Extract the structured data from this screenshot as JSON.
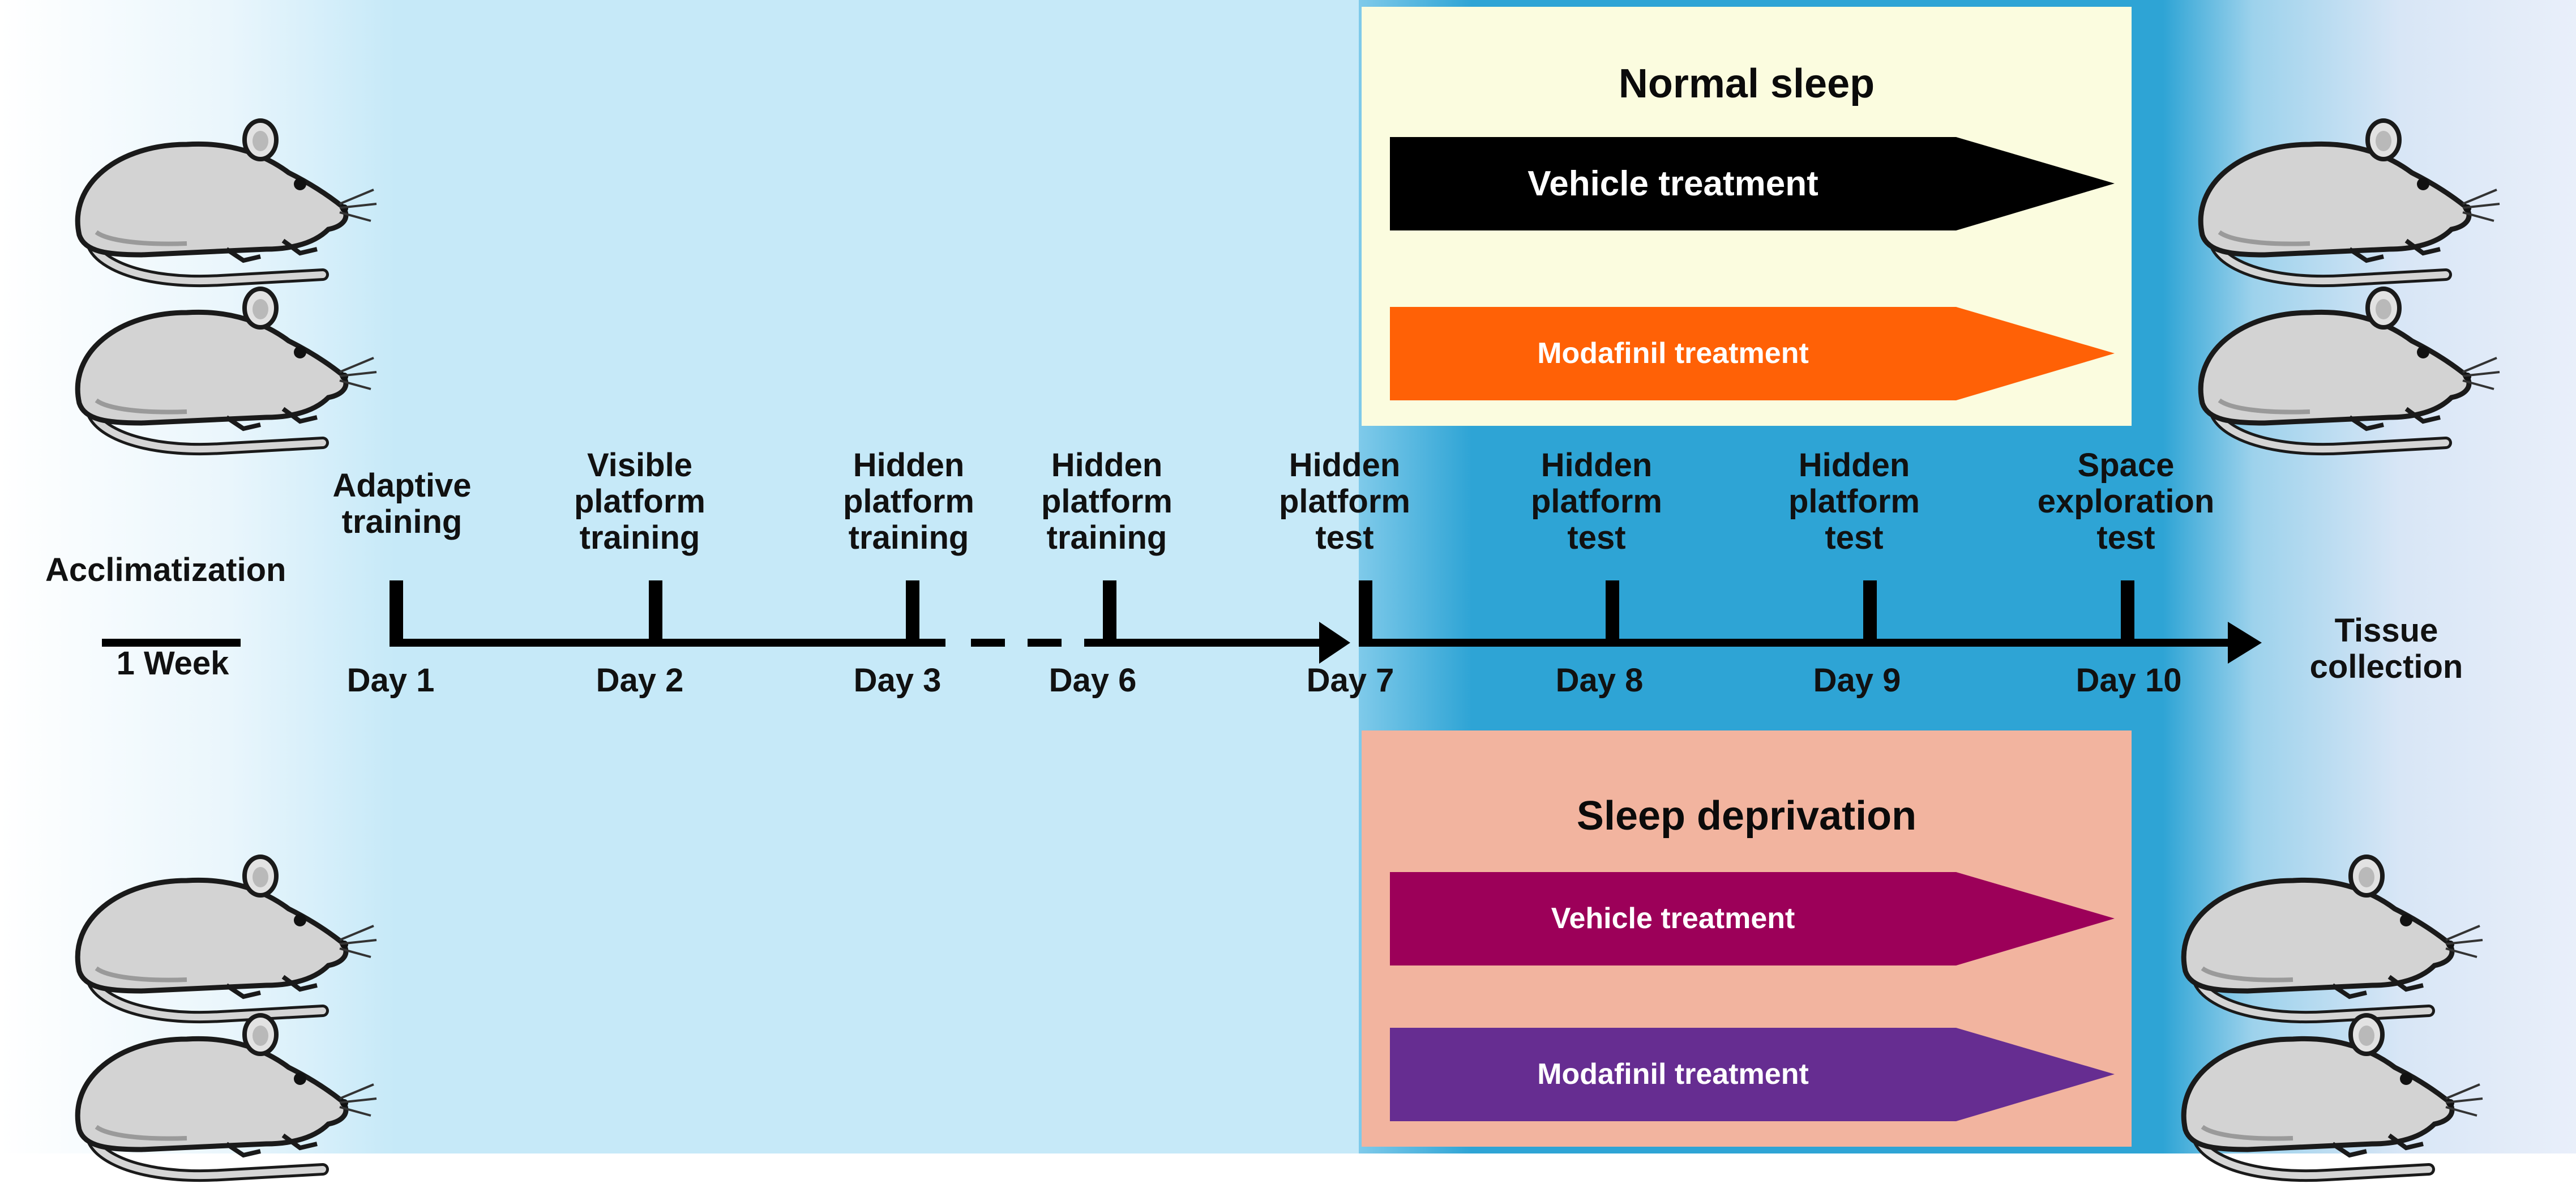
{
  "top_panel": {
    "title": "Normal sleep",
    "arrows": [
      {
        "label": "Vehicle   treatment",
        "color": "#000000"
      },
      {
        "label": "Modafinil  treatment",
        "color": "#ff6106"
      }
    ]
  },
  "bottom_panel": {
    "title": "Sleep deprivation",
    "arrows": [
      {
        "label": "Vehicle   treatment",
        "color": "#9c0059"
      },
      {
        "label": "Modafinil  treatment",
        "color": "#662d91"
      }
    ]
  },
  "acclimatization": "Acclimatization",
  "scale_bar_label": "1 Week",
  "tissue_collection": [
    "Tissue",
    "collection"
  ],
  "stages": [
    {
      "lines": [
        "Adaptive",
        "training"
      ],
      "day": "Day 1"
    },
    {
      "lines": [
        "Visible",
        "platform",
        "training"
      ],
      "day": "Day 2"
    },
    {
      "lines": [
        "Hidden",
        "platform",
        "training"
      ],
      "day": "Day 3"
    },
    {
      "lines": [
        "Hidden",
        "platform",
        "training"
      ],
      "day": "Day 6"
    },
    {
      "lines": [
        "Hidden",
        "platform",
        "test"
      ],
      "day": "Day 7"
    },
    {
      "lines": [
        "Hidden",
        "platform",
        "test"
      ],
      "day": "Day 8"
    },
    {
      "lines": [
        "Hidden",
        "platform",
        "test"
      ],
      "day": "Day 9"
    },
    {
      "lines": [
        "Space",
        "exploration",
        "test"
      ],
      "day": "Day 10"
    }
  ]
}
